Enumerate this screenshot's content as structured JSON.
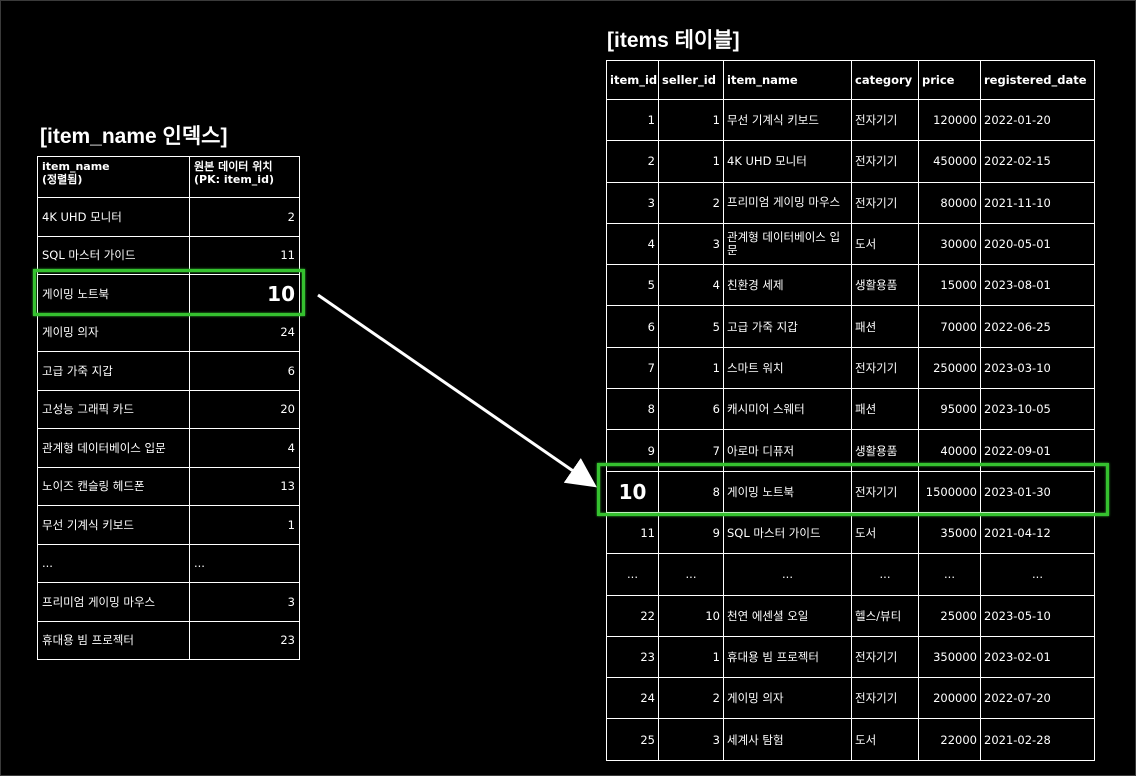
{
  "left_title": "[item_name 인덱스]",
  "right_title": "[items 테이블]",
  "index_table": {
    "headers": [
      "item_name\n(정렬됨)",
      "원본 데이터 위치\n(PK: item_id)"
    ],
    "rows": [
      [
        "4K UHD 모니터",
        "2"
      ],
      [
        "SQL 마스터 가이드",
        "11"
      ],
      [
        "게이밍 노트북",
        "10"
      ],
      [
        "게이밍 의자",
        "24"
      ],
      [
        "고급 가죽 지갑",
        "6"
      ],
      [
        "고성능 그래픽 카드",
        "20"
      ],
      [
        "관계형 데이터베이스 입문",
        "4"
      ],
      [
        "노이즈 캔슬링 헤드폰",
        "13"
      ],
      [
        "무선 기계식 키보드",
        "1"
      ],
      [
        "...",
        "..."
      ],
      [
        "프리미엄 게이밍 마우스",
        "3"
      ],
      [
        "휴대용 빔 프로젝터",
        "23"
      ]
    ],
    "highlight_row": 2
  },
  "items_table": {
    "headers": [
      "item_id",
      "seller_id",
      "item_name",
      "category",
      "price",
      "registered_date"
    ],
    "rows": [
      [
        "1",
        "1",
        "무선 기계식 키보드",
        "전자기기",
        "120000",
        "2022-01-20"
      ],
      [
        "2",
        "1",
        "4K UHD 모니터",
        "전자기기",
        "450000",
        "2022-02-15"
      ],
      [
        "3",
        "2",
        "프리미엄 게이밍 마우스",
        "전자기기",
        "80000",
        "2021-11-10"
      ],
      [
        "4",
        "3",
        "관계형 데이터베이스 입문",
        "도서",
        "30000",
        "2020-05-01"
      ],
      [
        "5",
        "4",
        "친환경 세제",
        "생활용품",
        "15000",
        "2023-08-01"
      ],
      [
        "6",
        "5",
        "고급 가죽 지갑",
        "패션",
        "70000",
        "2022-06-25"
      ],
      [
        "7",
        "1",
        "스마트 워치",
        "전자기기",
        "250000",
        "2023-03-10"
      ],
      [
        "8",
        "6",
        "캐시미어 스웨터",
        "패션",
        "95000",
        "2023-10-05"
      ],
      [
        "9",
        "7",
        "아로마 디퓨저",
        "생활용품",
        "40000",
        "2022-09-01"
      ],
      [
        "10",
        "8",
        "게이밍 노트북",
        "전자기기",
        "1500000",
        "2023-01-30"
      ],
      [
        "11",
        "9",
        "SQL 마스터 가이드",
        "도서",
        "35000",
        "2021-04-12"
      ],
      [
        "...",
        "...",
        "...",
        "...",
        "...",
        "..."
      ],
      [
        "22",
        "10",
        "천연 에센셜 오일",
        "헬스/뷰티",
        "25000",
        "2023-05-10"
      ],
      [
        "23",
        "1",
        "휴대용 빔 프로젝터",
        "전자기기",
        "350000",
        "2023-02-01"
      ],
      [
        "24",
        "2",
        "게이밍 의자",
        "전자기기",
        "200000",
        "2022-07-20"
      ],
      [
        "25",
        "3",
        "세계사 탐험",
        "도서",
        "22000",
        "2021-02-28"
      ]
    ],
    "highlight_row": 9
  },
  "colors": {
    "background": "#000000",
    "highlight": "#35c12f",
    "text": "#ffffff"
  }
}
